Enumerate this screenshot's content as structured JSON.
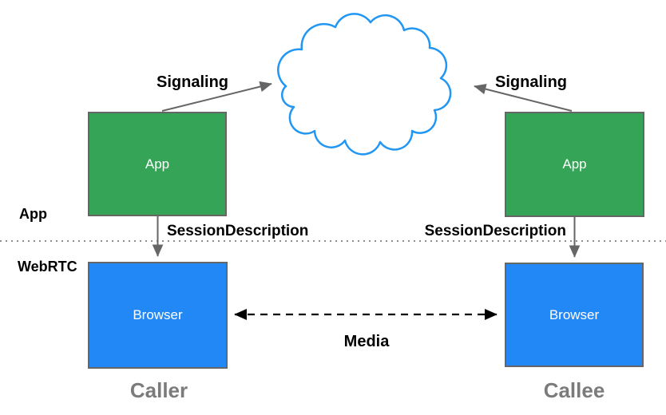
{
  "diagram": {
    "layers": {
      "app_label": "App",
      "webrtc_label": "WebRTC"
    },
    "nodes": {
      "caller_app": {
        "label": "App"
      },
      "callee_app": {
        "label": "App"
      },
      "caller_browser": {
        "label": "Browser"
      },
      "callee_browser": {
        "label": "Browser"
      }
    },
    "edges": {
      "signaling_left": {
        "label": "Signaling"
      },
      "signaling_right": {
        "label": "Signaling"
      },
      "session_description_left": {
        "label": "SessionDescription"
      },
      "session_description_right": {
        "label": "SessionDescription"
      },
      "media": {
        "label": "Media"
      }
    },
    "endpoints": {
      "caller": "Caller",
      "callee": "Callee"
    },
    "icons": {
      "cloud": "network-cloud-icon"
    },
    "colors": {
      "app_box_fill": "#35a457",
      "browser_box_fill": "#2288f5",
      "box_border": "#666666",
      "box_text": "#ffffff",
      "cloud_stroke": "#2196f3",
      "cloud_fill": "#ffffff",
      "arrow_gray": "#666666",
      "media_arrow_black": "#000000",
      "layer_divider": "#8f8f8f",
      "endpoint_label_gray": "#7b7b7b",
      "edge_label_text": "#000000"
    }
  }
}
